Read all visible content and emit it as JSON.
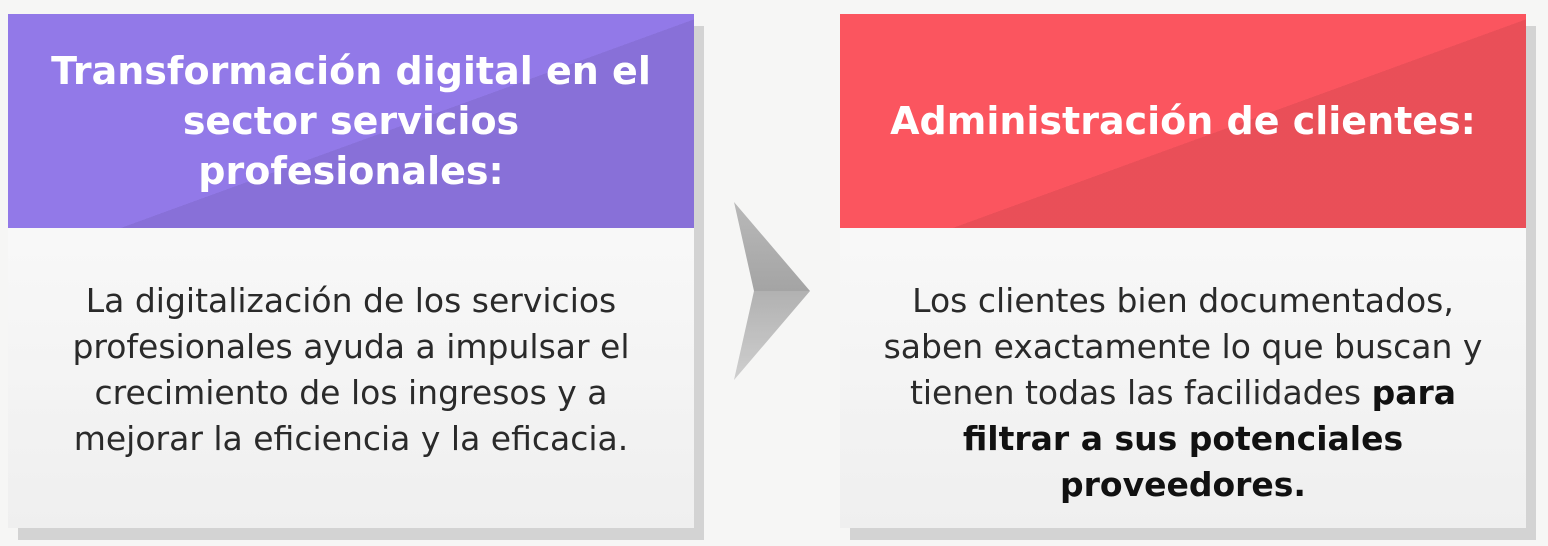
{
  "left_card": {
    "title": "Transformación digital en el sector servicios profesionales:",
    "body": "La digitalización de los servicios profesionales ayuda a impulsar el crecimiento de los ingresos y a mejorar la eficiencia y la eficacia."
  },
  "right_card": {
    "title": "Administración de clientes:",
    "body_normal": "Los clientes bien documentados, saben exactamente lo que buscan y tienen todas las facilidades ",
    "body_bold": "para filtrar a sus potenciales proveedores."
  },
  "colors": {
    "left_header": "#9279e8",
    "right_header": "#fb555f",
    "arrow": "#a9a9a9"
  },
  "icons": {
    "connector": "arrow-right-icon"
  }
}
